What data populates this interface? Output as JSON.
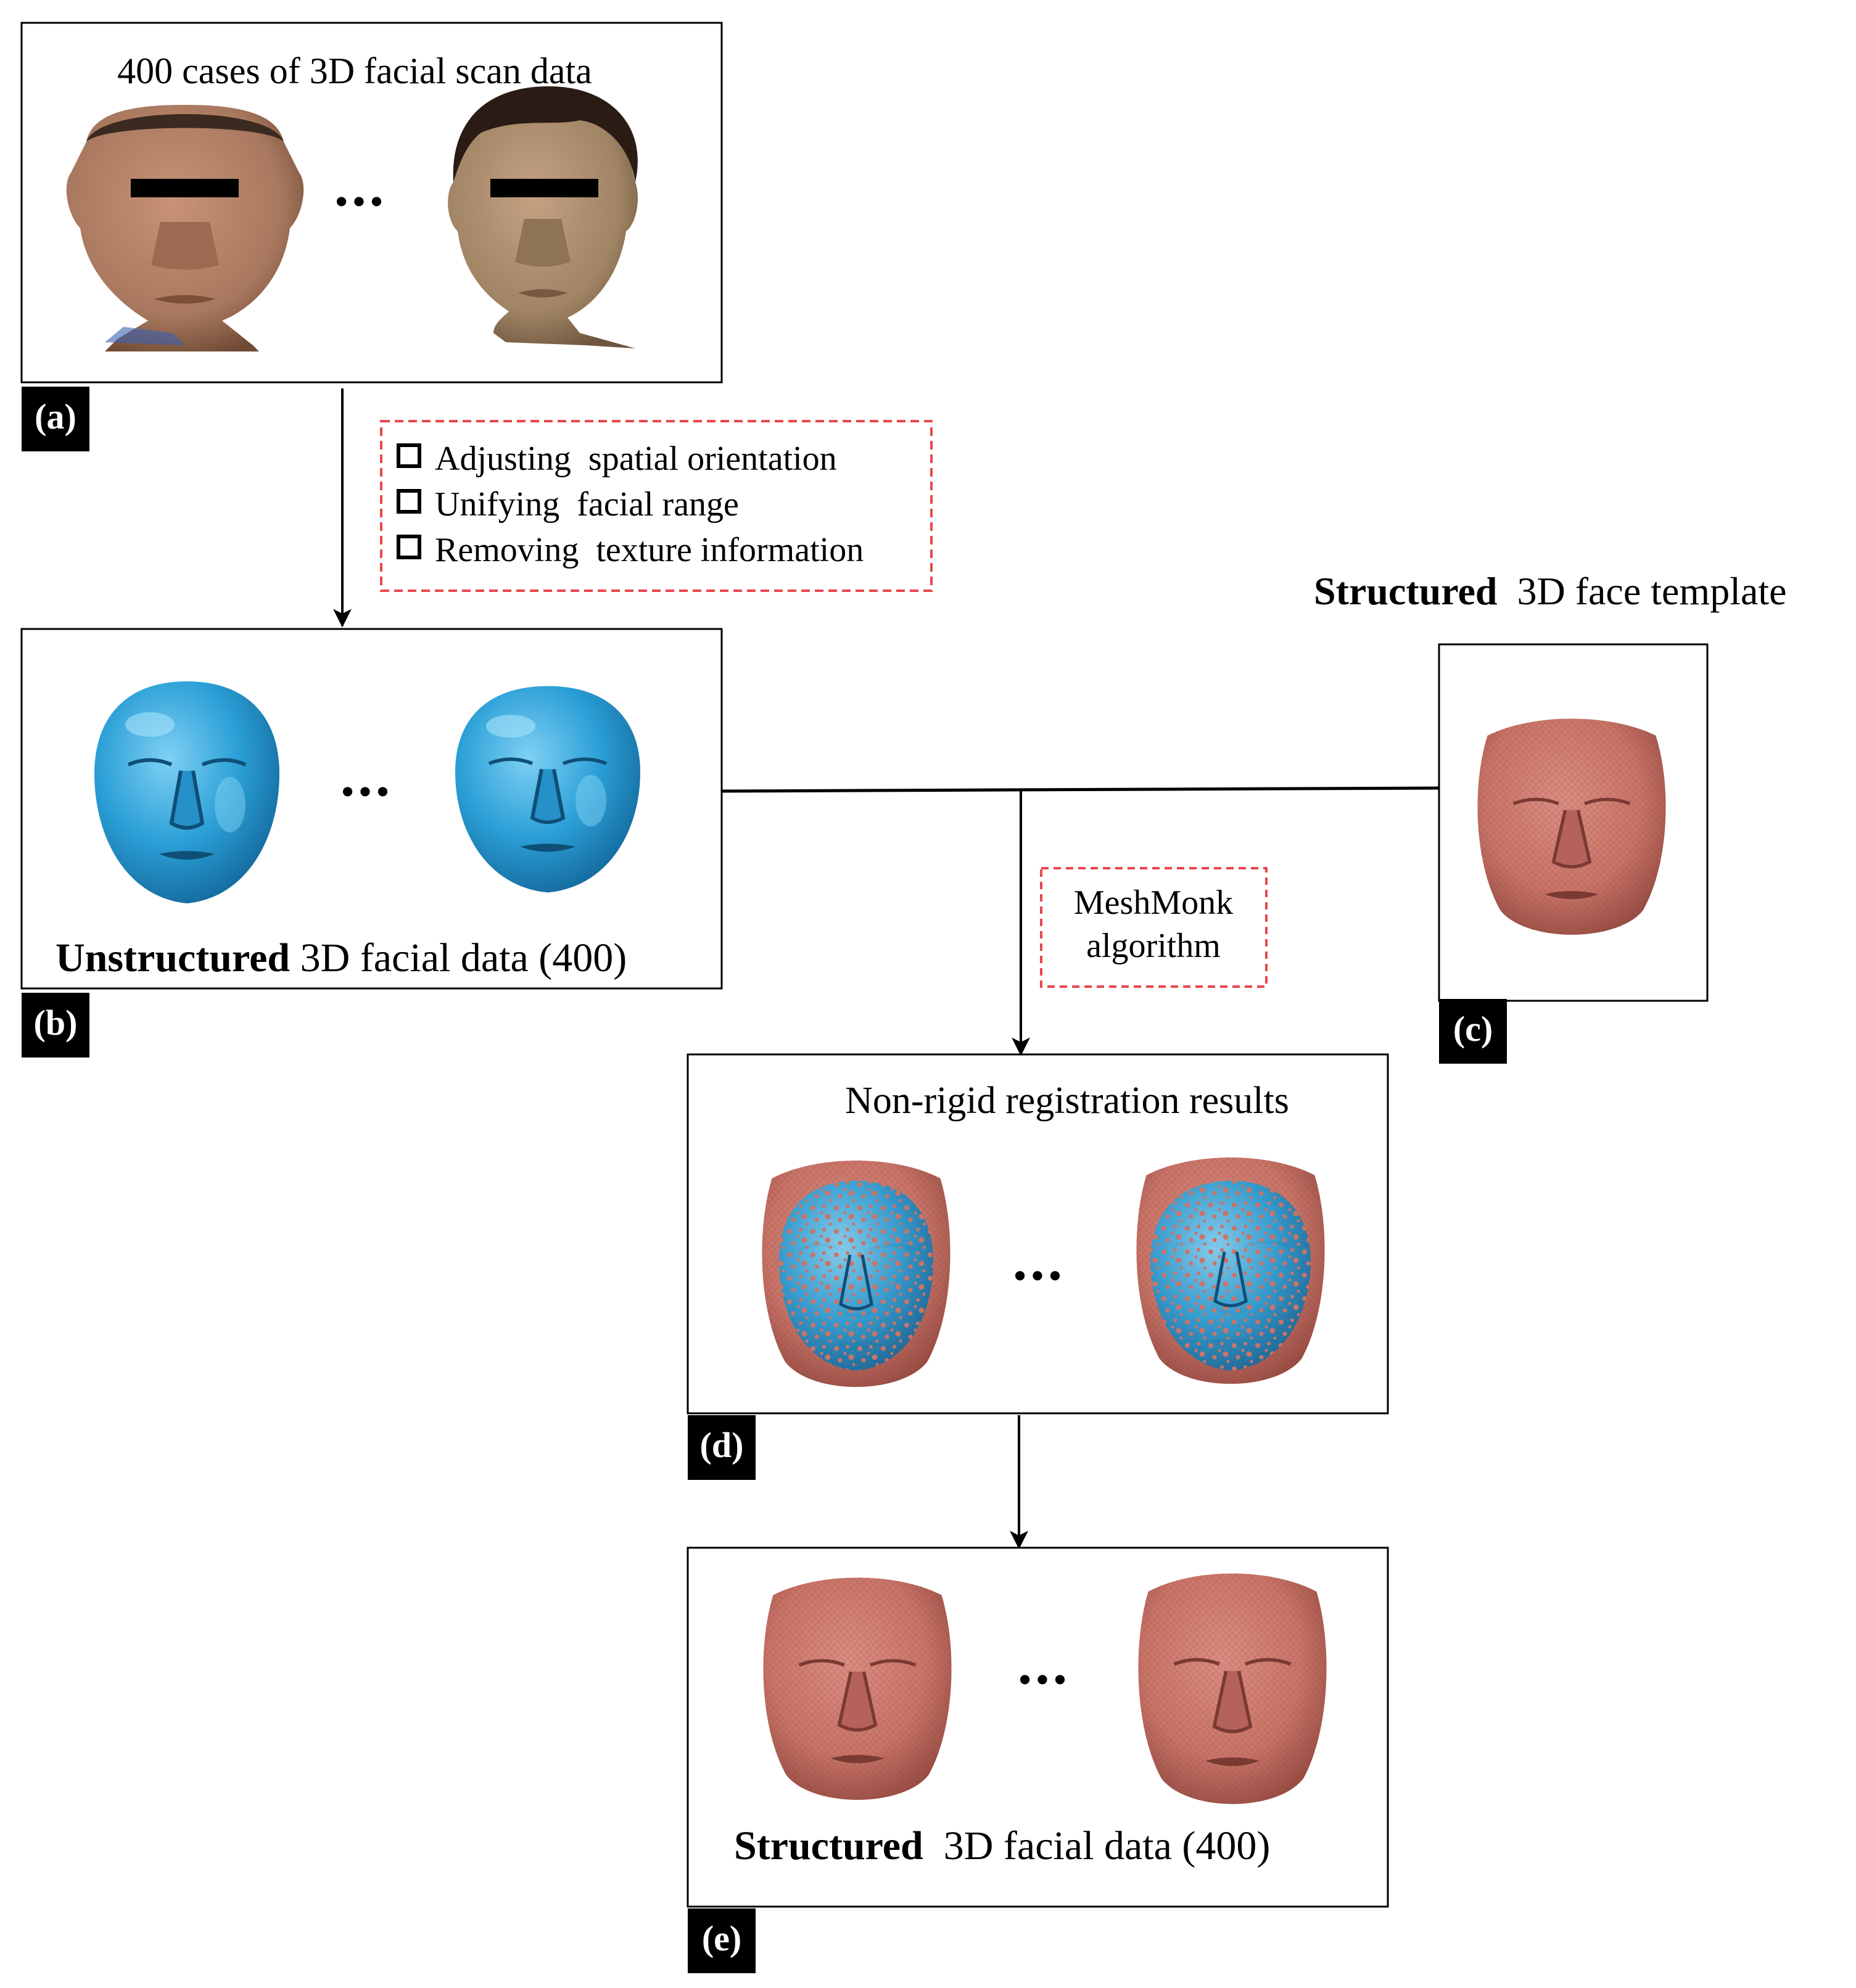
{
  "colors": {
    "skin": "#a8785e",
    "skin_shadow": "#7d4f38",
    "scan_blue": "#2a9fd6",
    "scan_blue_dark": "#13679a",
    "mesh_pink": "#c97468",
    "mesh_pink_dark": "#9b4e45",
    "dashed_red": "#e8474d"
  },
  "panel_a": {
    "title": "400 cases of 3D facial scan data",
    "ellipsis": "•••",
    "tag": "(a)"
  },
  "preprocess": {
    "items": [
      "Adjusting  spatial orientation",
      "Unifying  facial range",
      "Removing  texture information"
    ]
  },
  "panel_b": {
    "caption_bold": "Unstructured",
    "caption_rest": " 3D facial data (400)",
    "ellipsis": "•••",
    "tag": "(b)"
  },
  "panel_c": {
    "title_bold": "Structured",
    "title_rest": "  3D face template",
    "tag": "(c)"
  },
  "algorithm": {
    "line1": "MeshMonk",
    "line2": "algorithm"
  },
  "panel_d": {
    "title": "Non-rigid registration results",
    "ellipsis": "•••",
    "tag": "(d)"
  },
  "panel_e": {
    "caption_bold": "Structured",
    "caption_rest": "  3D facial data (400)",
    "ellipsis": "•••",
    "tag": "(e)"
  }
}
